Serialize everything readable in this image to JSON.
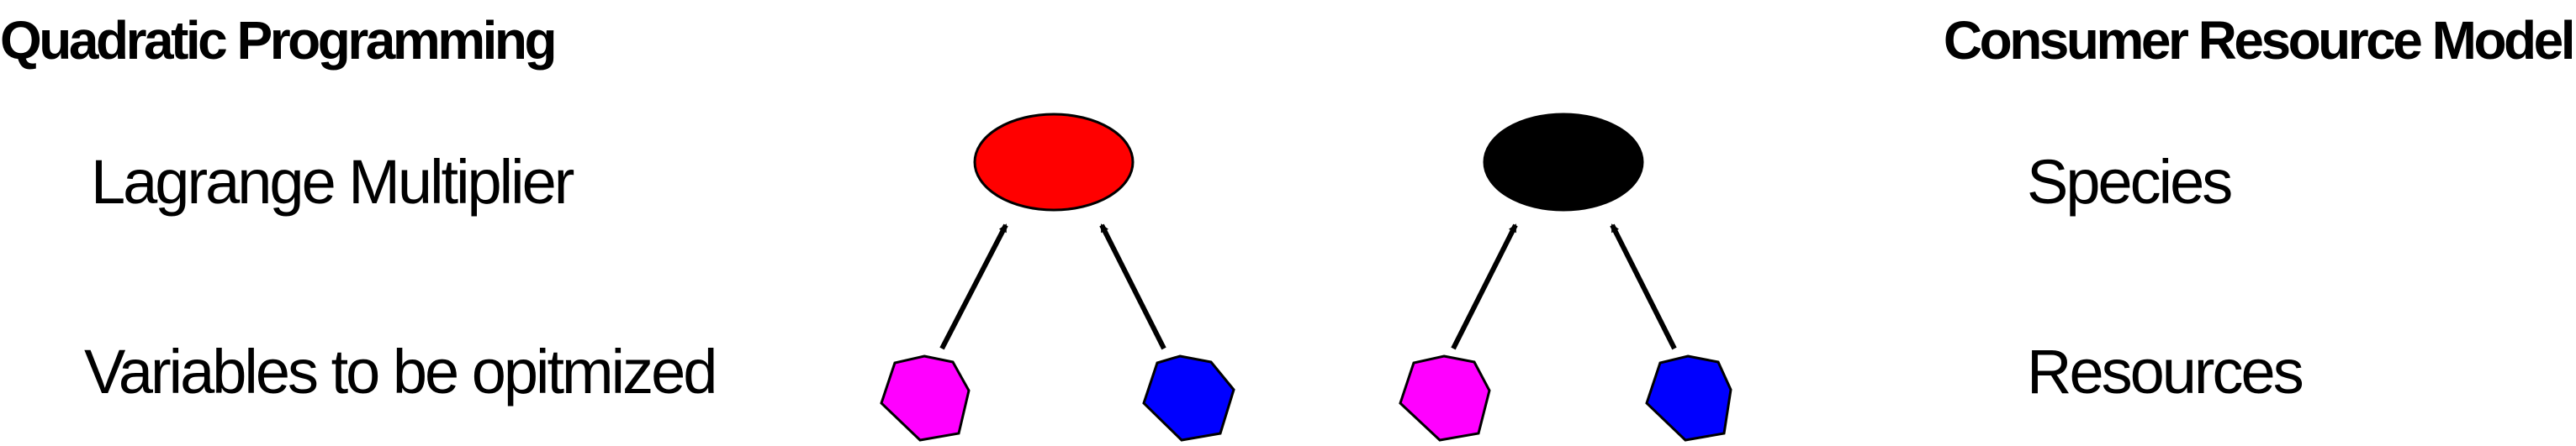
{
  "left_panel": {
    "title": "Quadratic Programming",
    "upper_label": "Lagrange Multiplier",
    "lower_label": "Variables to be opitmized"
  },
  "right_panel": {
    "title": "Consumer Resource Model",
    "upper_label": "Species",
    "lower_label": "Resources"
  },
  "colors": {
    "lagrange_node": "#ff0000",
    "species_node": "#000000",
    "variable_node_a": "#ff00ff",
    "variable_node_b": "#0000ff",
    "resource_node_a": "#ff00ff",
    "resource_node_b": "#0000ff",
    "arrow": "#000000"
  },
  "shapes": {
    "upper_node": "ellipse",
    "lower_node": "hexagon"
  }
}
